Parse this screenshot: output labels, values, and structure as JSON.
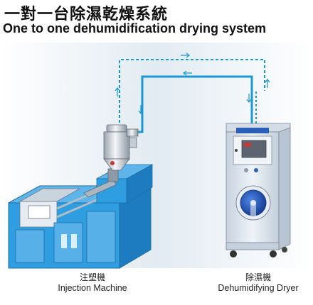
{
  "title": {
    "zh": "一對一台除濕乾燥系統",
    "en": "One to one dehumidification drying system"
  },
  "injection_machine": {
    "label_zh": "注塑機",
    "label_en": "Injection Machine"
  },
  "dryer": {
    "label_zh": "除濕機",
    "label_en": "Dehumidifying Dryer"
  },
  "colors": {
    "pipe": "#1a98d4",
    "machine_blue": "#2f9ee0",
    "background_fade": "#dfe9f1",
    "dryer_body": "#dfe7f0",
    "dryer_accent": "#2a5fb8"
  },
  "icons": [
    "arrow-icon",
    "return-arrow-icon"
  ]
}
